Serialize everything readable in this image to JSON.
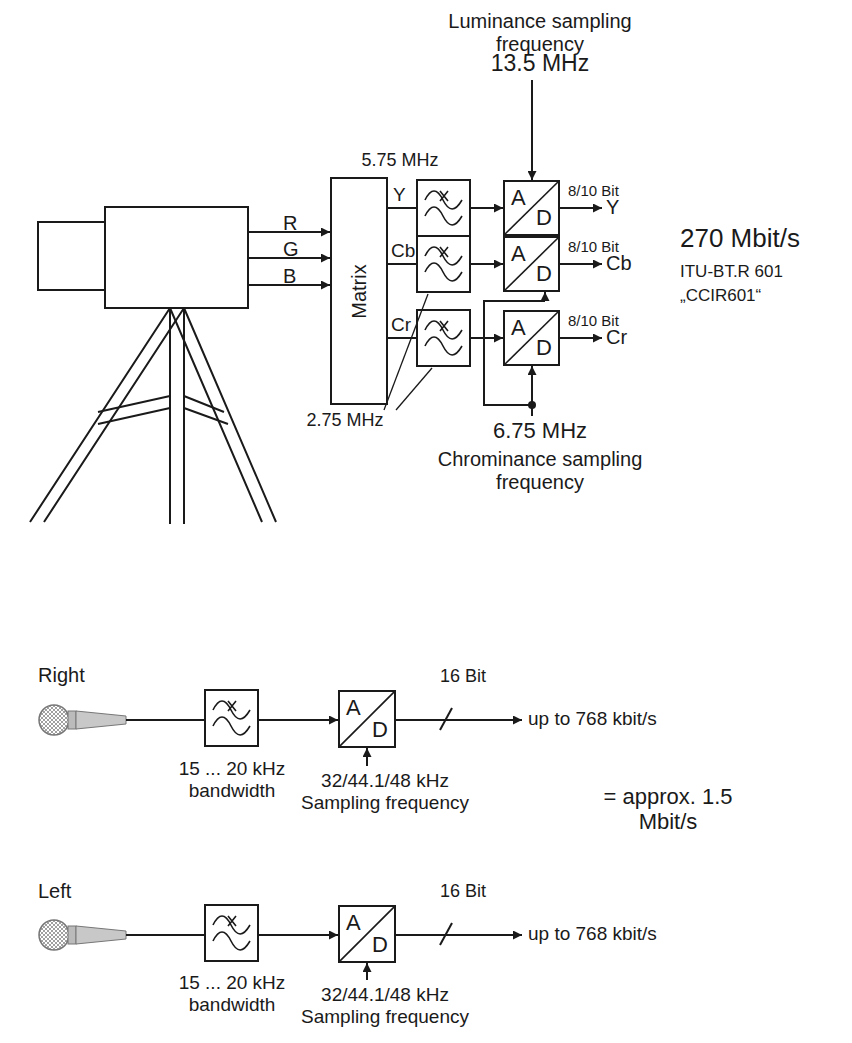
{
  "diagram": {
    "nodes": [
      {
        "text": [
          "Matrix"
        ]
      },
      {
        "text": [
          "A",
          "D"
        ]
      },
      {
        "text": [
          "A",
          "D"
        ]
      },
      {
        "text": [
          "A",
          "D"
        ]
      },
      {
        "text": [
          "A",
          "D"
        ]
      },
      {
        "text": [
          "A",
          "D"
        ]
      }
    ],
    "edges": [
      {
        "from": 0,
        "to": 1,
        "arrow": "to"
      },
      {
        "from": 0,
        "to": 2,
        "arrow": "to"
      },
      {
        "from": 0,
        "to": 3,
        "arrow": "to"
      }
    ],
    "labels": [
      "Luminance sampling frequency",
      "13.5 MHz",
      "5.75 MHz",
      "8/10 Bit",
      "R",
      "G",
      "B",
      "Y",
      "Cb",
      "Cr",
      "Y",
      "8/10 Bit",
      "Cb",
      "270 Mbit/s",
      "ITU-BT.R 601",
      "8/10 Bit",
      "Cr",
      "„CCIR601“",
      "2.75 MHz",
      "6.75 MHz",
      "Chrominance sampling frequency",
      "Right",
      "16 Bit",
      "up to 768 kbit/s",
      "15 ... 20 kHz bandwidth",
      "32/44.1/48 kHz Sampling frequency",
      "= approx. 1.5 Mbit/s",
      "Left",
      "16 Bit",
      "up to 768 kbit/s",
      "15 ... 20 kHz bandwidth",
      "32/44.1/48 kHz Sampling frequency"
    ]
  }
}
